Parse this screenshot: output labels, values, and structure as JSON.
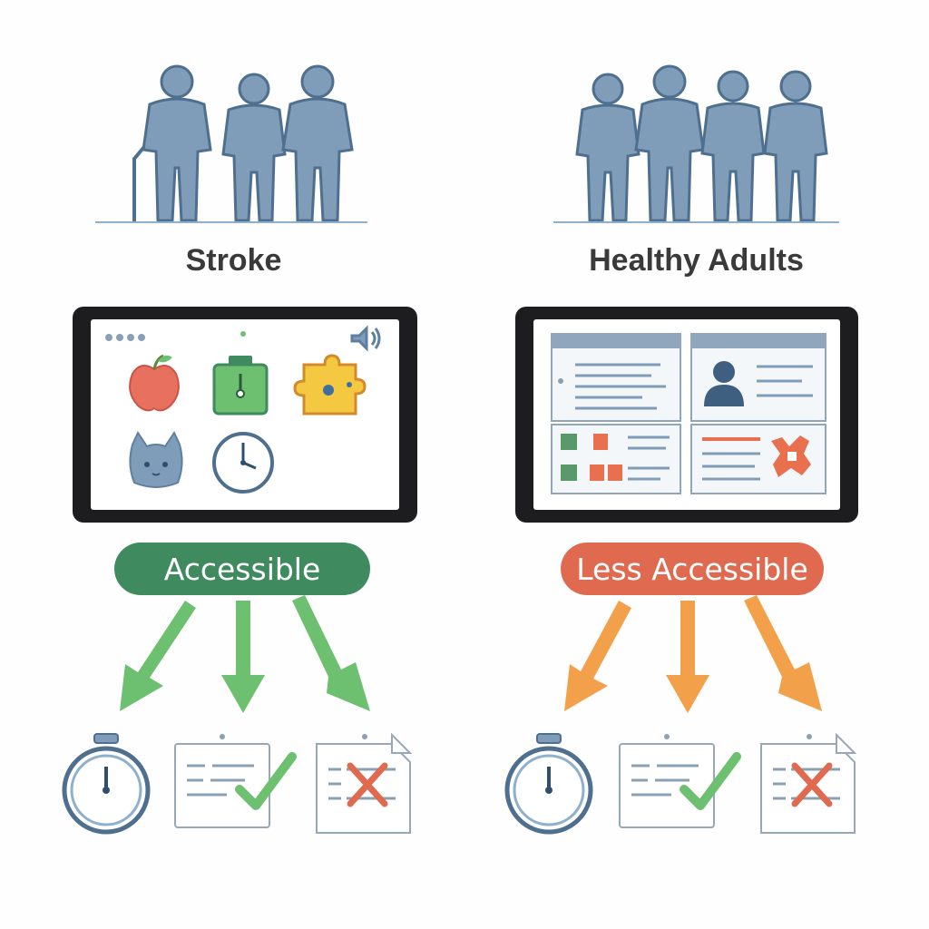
{
  "groups": [
    {
      "label": "Stroke",
      "badge": "Accessible"
    },
    {
      "label": "Healthy Adults",
      "badge": "Less Accessible"
    }
  ],
  "colors": {
    "person": "#6f8fae",
    "accessible": "#3f8a5e",
    "less_accessible": "#e06a50",
    "arrow_green": "#6cc070",
    "arrow_orange": "#f2a04a"
  }
}
